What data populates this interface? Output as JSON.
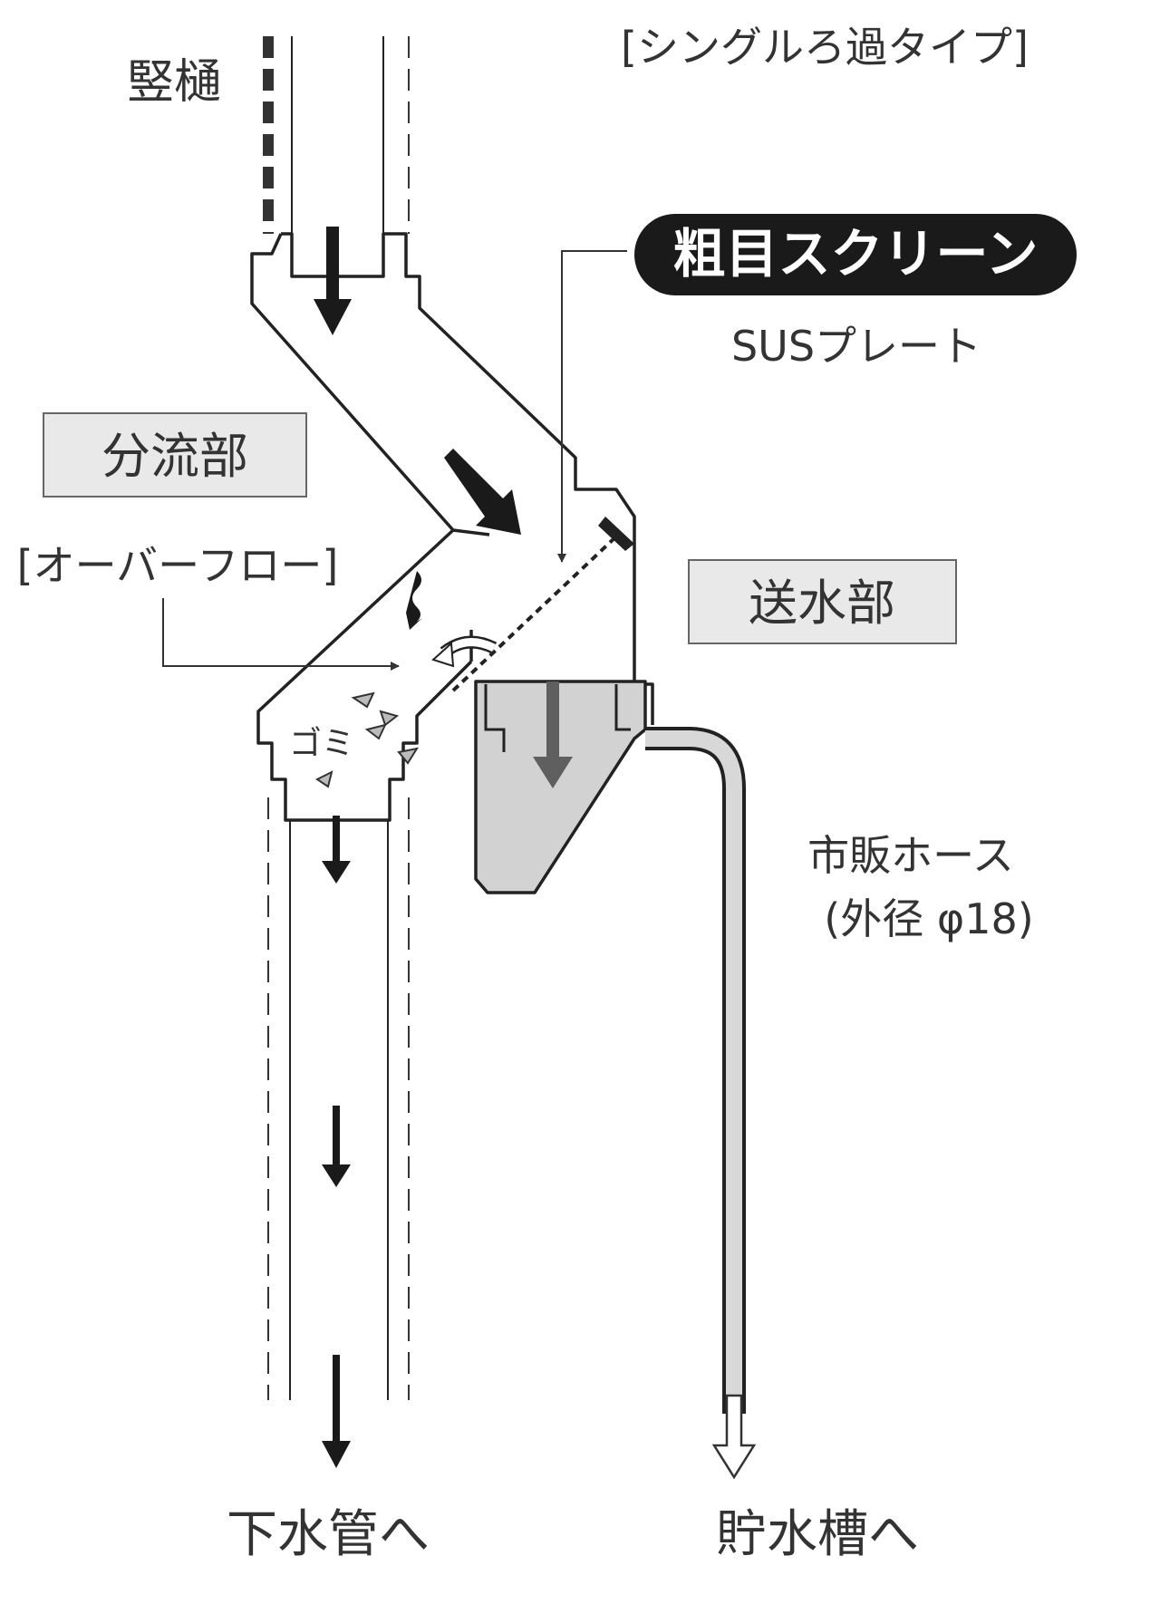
{
  "title": "[シングルろ過タイプ]",
  "labels": {
    "downspout": "竪樋",
    "coarse_screen": "粗目スクリーン",
    "sus_plate": "SUSプレート",
    "diverter": "分流部",
    "overflow": "[オーバーフロー]",
    "feed": "送水部",
    "debris": "ゴミ",
    "hose_line1": "市販ホース",
    "hose_line2": "(外径 φ18)",
    "to_sewer": "下水管へ",
    "to_tank": "貯水槽へ"
  },
  "colors": {
    "line": "#222222",
    "text": "#333333",
    "water": "#d2d2d2",
    "label_box": "#e9e9e9",
    "pill": "#1a1a1a",
    "arrow_dark": "#1a1a1a",
    "arrow_grey": "#5f5f5f"
  }
}
